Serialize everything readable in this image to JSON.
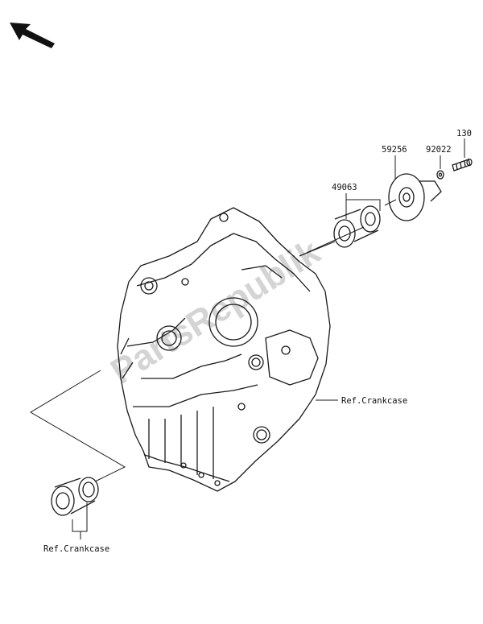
{
  "watermark": "PartsRepublik",
  "parts": [
    {
      "number": "130"
    },
    {
      "number": "59256"
    },
    {
      "number": "92022"
    },
    {
      "number": "49063"
    }
  ],
  "refs": [
    {
      "text": "Ref.Crankcase"
    },
    {
      "text": "Ref.Crankcase"
    }
  ],
  "colors": {
    "line": "#1a1a1a",
    "watermark": "#d4d4d4"
  }
}
